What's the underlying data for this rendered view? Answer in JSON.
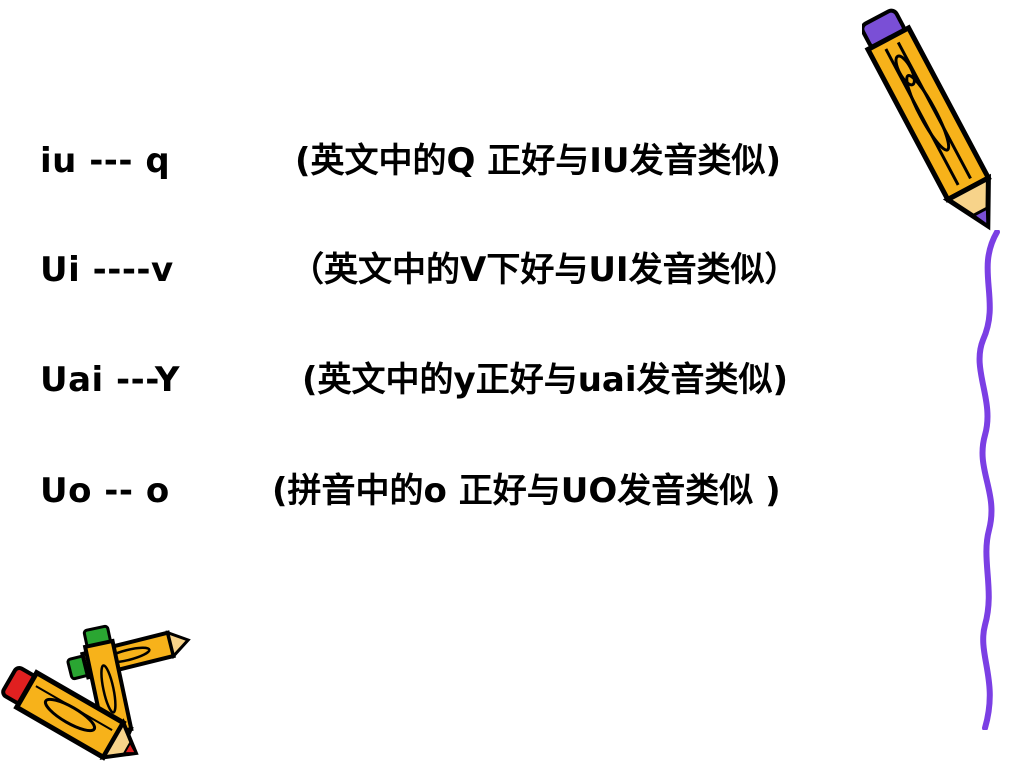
{
  "slide": {
    "lines": [
      {
        "latin": "iu  --- q",
        "note": "(英文中的Q 正好与IU发音类似)"
      },
      {
        "latin": "Ui ----v",
        "note": "（英文中的V下好与UI发音类似）"
      },
      {
        "latin": "Uai ---Y",
        "note": "(英文中的y正好与uai发音类似)"
      },
      {
        "latin": "Uo  -- o",
        "note": "(拼音中的o  正好与UO发音类似 )"
      }
    ]
  },
  "decorations": {
    "top_right": "pencil-icon",
    "right_edge": "squiggle-line",
    "bottom_left": "pencils-icon"
  },
  "colors": {
    "text": "#000000",
    "pencil_body": "#f7b21a",
    "pencil_outline": "#000000",
    "pencil_accent_purple": "#7a4fd6",
    "squiggle": "#7b3fe4",
    "eraser_red": "#e02020",
    "eraser_green": "#2aa632",
    "background": "#ffffff"
  }
}
